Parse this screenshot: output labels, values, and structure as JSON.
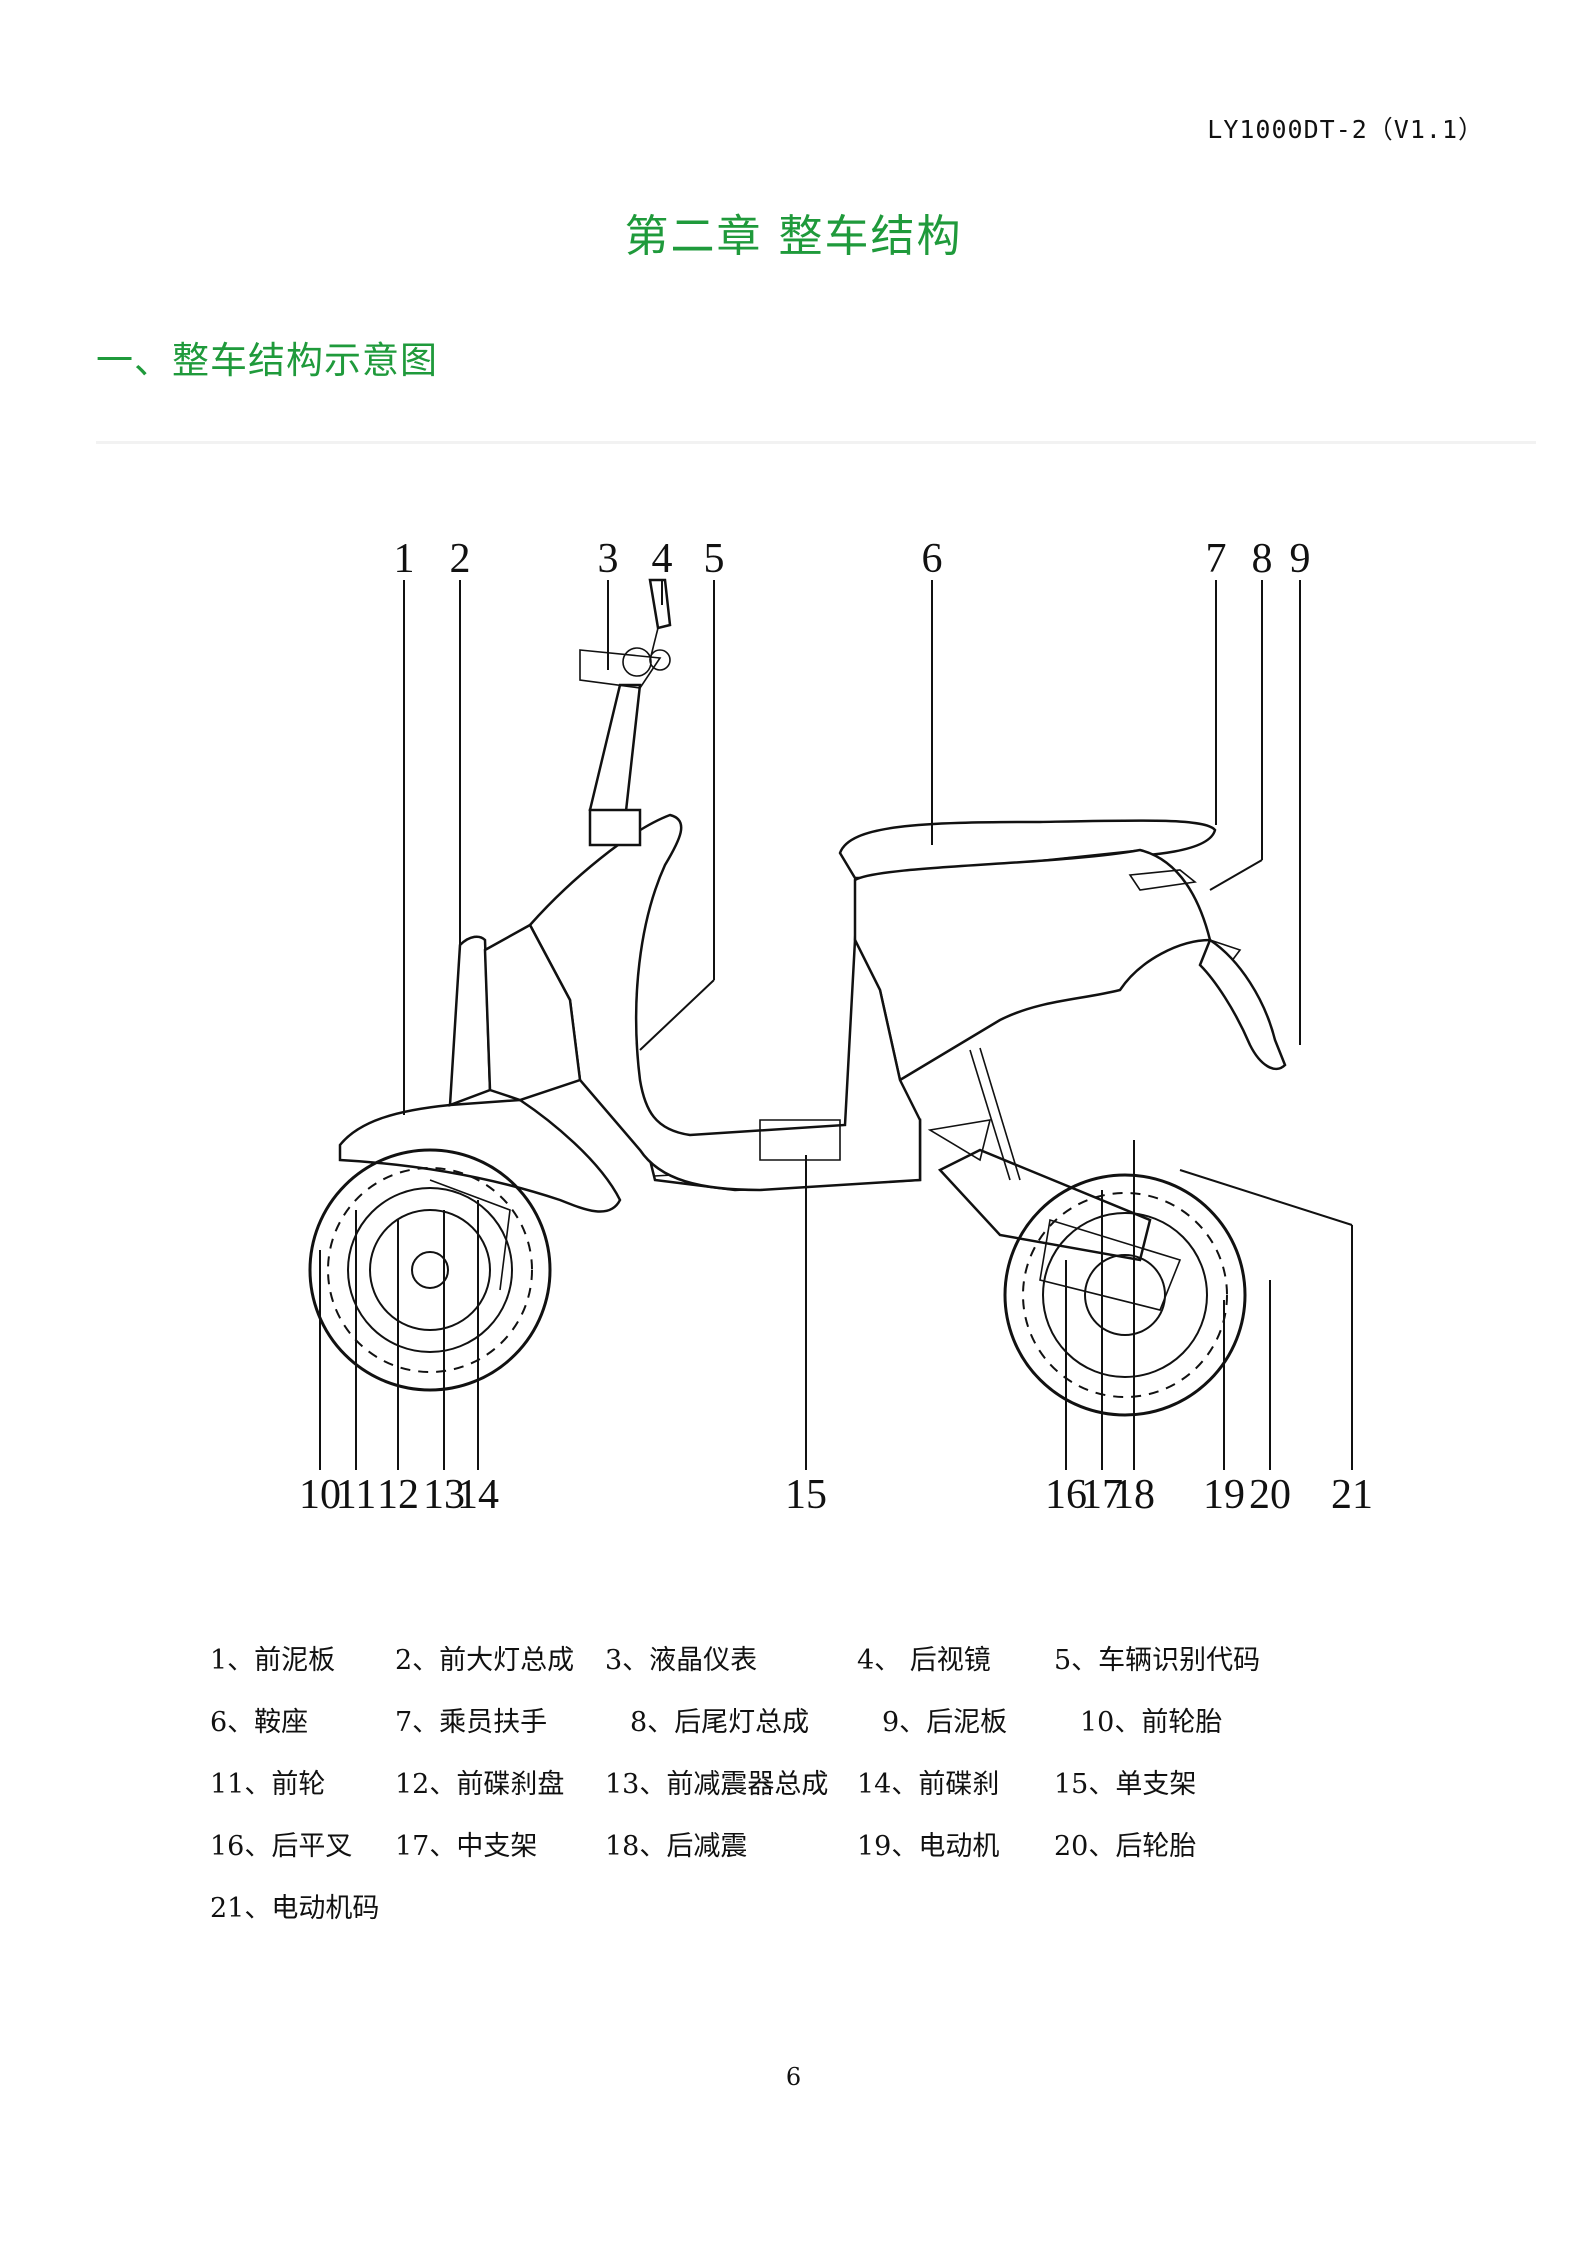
{
  "header": {
    "doc_code": "LY1000DT-2（V1.1）"
  },
  "chapter_title": "第二章  整车结构",
  "section_heading": "一、整车结构示意图",
  "diagram": {
    "top_numbers": [
      "1",
      "2",
      "3",
      "4",
      "5",
      "6",
      "7",
      "8",
      "9"
    ],
    "bottom_numbers": [
      "10",
      "11",
      "12",
      "13",
      "14",
      "15",
      "16",
      "17",
      "18",
      "19",
      "20",
      "21"
    ]
  },
  "legend": {
    "rows": [
      [
        "1、前泥板",
        "2、前大灯总成",
        "3、液晶仪表",
        "4、  后视镜",
        "5、车辆识别代码"
      ],
      [
        "6、鞍座",
        "7、乘员扶手",
        "8、后尾灯总成",
        "9、后泥板",
        "10、前轮胎"
      ],
      [
        "11、前轮",
        "12、前碟刹盘",
        "13、前减震器总成",
        "14、前碟刹",
        "15、单支架"
      ],
      [
        "16、后平叉",
        "17、中支架",
        "18、后减震",
        "19、电动机",
        "20、后轮胎"
      ],
      [
        "21、电动机码"
      ]
    ]
  },
  "page_number": "6"
}
